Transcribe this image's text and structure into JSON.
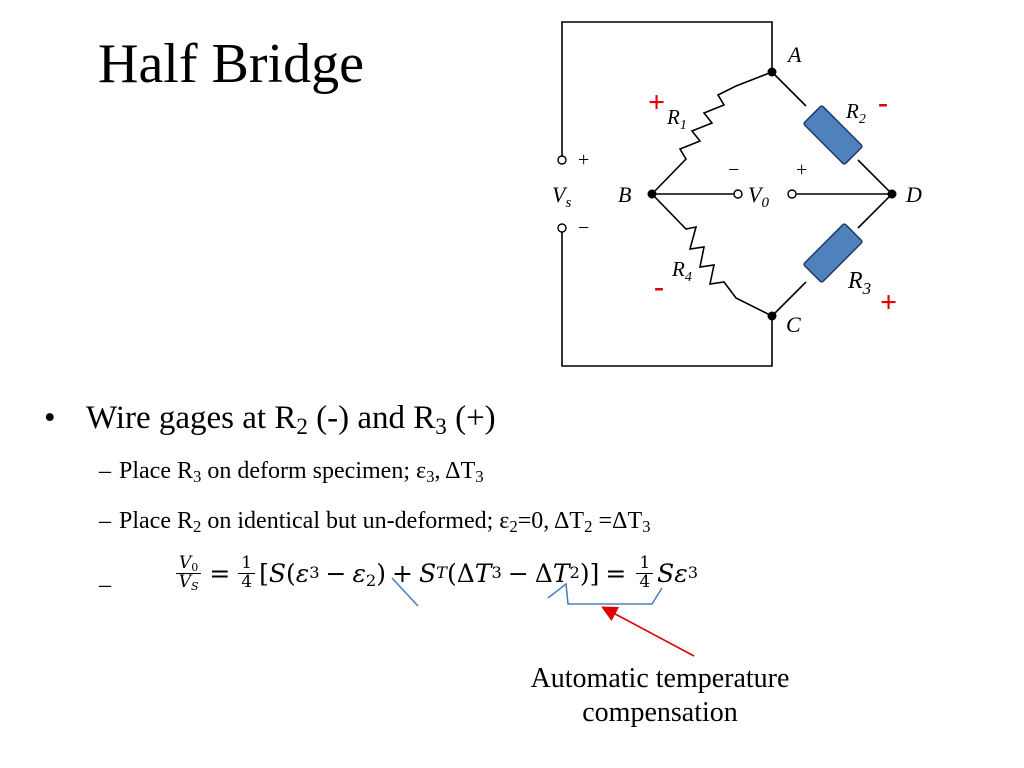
{
  "title": "Half Bridge",
  "circuit": {
    "node_a": "A",
    "node_b": "B",
    "node_c": "C",
    "node_d": "D",
    "r1": "R",
    "r1_sub": "1",
    "r2": "R",
    "r2_sub": "2",
    "r3": "R",
    "r3_sub": "3",
    "r4": "R",
    "r4_sub": "4",
    "vs": "V",
    "vs_sub": "s",
    "v0": "V",
    "v0_sub": "0",
    "plus": "+",
    "minus": "−",
    "red_plus": "+",
    "red_minus": "-",
    "accent_red": "#e00000",
    "gage_fill": "#4f81bd",
    "gage_stroke": "#1f3a66"
  },
  "bullets": {
    "b1": {
      "bullet": "•",
      "t1": "Wire gages at R",
      "s1": "2",
      "t2": " (-) and R",
      "s2": "3",
      "t3": " (+)"
    },
    "b2": {
      "dash": "–",
      "t1": "Place R",
      "s1": "3",
      "t2": " on deform specimen; ε",
      "s2": "3",
      "t3": ", ΔT",
      "s3": "3"
    },
    "b3": {
      "dash": "–",
      "t1": "Place R",
      "s1": "2",
      "t2": " on identical but un-deformed; ε",
      "s2": "2",
      "t3": "=0, ΔT",
      "s3": "2",
      "t4": " =ΔT",
      "s4": "3"
    },
    "b4": {
      "dash": "–"
    }
  },
  "equation": {
    "v0": "V",
    "v0_sub": "0",
    "vs": "V",
    "vs_sub": "S",
    "eq1": "=",
    "one": "1",
    "four": "4",
    "open": "[",
    "S": "S",
    "lp": "(",
    "eps": "ε",
    "e3": "3",
    "minus": "−",
    "e2": "2",
    "rp": ")",
    "plus": "+",
    "ST": "S",
    "ST_sub": "T",
    "delta": "Δ",
    "T": "T",
    "t3": "3",
    "t2": "2",
    "close": ")]",
    "eq2": "="
  },
  "annotation": {
    "line1": "Automatic temperature",
    "line2": "compensation",
    "arrow_color": "#e00000",
    "strike_color": "#4f81bd"
  }
}
